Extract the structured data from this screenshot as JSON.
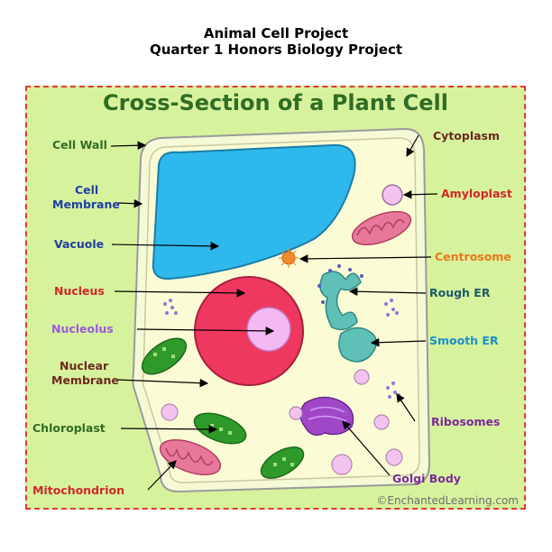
{
  "header": {
    "line1": "Animal Cell Project",
    "line2": "Quarter 1 Honors Biology Project"
  },
  "diagram": {
    "title": "Cross-Section of a Plant Cell",
    "credit": "©EnchantedLearning.com",
    "labels": {
      "cell_wall": "Cell Wall",
      "cell_membrane_1": "Cell",
      "cell_membrane_2": "Membrane",
      "vacuole": "Vacuole",
      "nucleus": "Nucleus",
      "nucleolus": "Nucleolus",
      "nuclear_membrane_1": "Nuclear",
      "nuclear_membrane_2": "Membrane",
      "chloroplast": "Chloroplast",
      "mitochondrion": "Mitochondrion",
      "cytoplasm": "Cytoplasm",
      "amyloplast": "Amyloplast",
      "centrosome": "Centrosome",
      "rough_er": "Rough ER",
      "smooth_er": "Smooth ER",
      "ribosomes": "Ribosomes",
      "golgi_body": "Golgi Body"
    },
    "colors": {
      "background": "#d7f29d",
      "border": "#e33636",
      "cell_wall": "#f6f9d6",
      "cytoplasm": "#fbfbd6",
      "vacuole": "#2fb8ec",
      "nucleus": "#ee3860",
      "nucleolus": "#f4b8f2",
      "chloroplast": "#2f9a2a",
      "mitochondrion": "#e8789a",
      "golgi": "#a047c8",
      "er": "#2fa8a0",
      "centrosome": "#f08a2a",
      "title": "#2f6d24"
    }
  }
}
